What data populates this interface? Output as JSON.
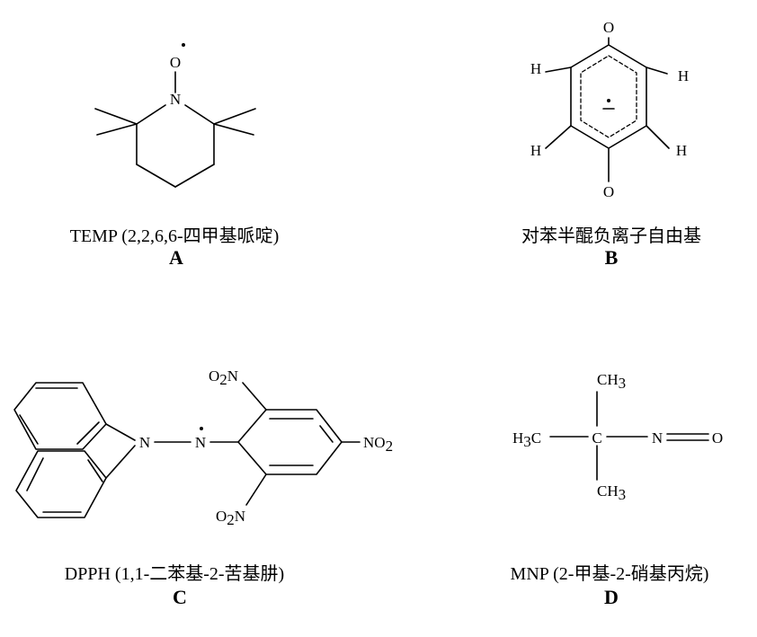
{
  "panels": [
    {
      "id": "A",
      "caption": "TEMP (2,2,6,6-四甲基哌啶)",
      "letter": "A",
      "atoms": {
        "O": "O",
        "N": "N"
      }
    },
    {
      "id": "B",
      "caption": "对苯半醌负离子自由基",
      "letter": "B",
      "atoms": {
        "O_top": "O",
        "O_bottom": "O",
        "H": "H"
      }
    },
    {
      "id": "C",
      "caption": "DPPH (1,1-二苯基-2-苦基肼)",
      "letter": "C",
      "atoms": {
        "N1": "N",
        "N2": "N",
        "no2_top": "O2N",
        "no2_right": "NO2",
        "no2_bottom": "O2N"
      }
    },
    {
      "id": "D",
      "caption": "MNP (2-甲基-2-硝基丙烷)",
      "letter": "D",
      "atoms": {
        "ch3_top": "CH3",
        "ch3_bottom": "CH3",
        "h3c": "H3C",
        "C": "C",
        "N": "N",
        "O": "O"
      }
    }
  ]
}
